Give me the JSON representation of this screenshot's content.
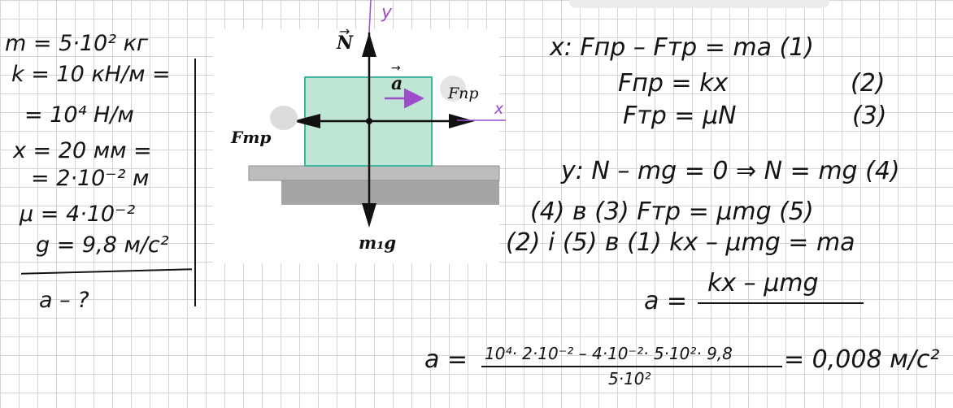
{
  "given": {
    "mass": "m = 5·10² кг",
    "k_line1": "k = 10 кН/м =",
    "k_line2": "= 10⁴ Н/м",
    "x_line1": "x = 20 мм =",
    "x_line2": "= 2·10⁻² м",
    "mu": "μ = 4·10⁻²",
    "g": "g = 9,8 м/с²",
    "find": "a – ?"
  },
  "diagram": {
    "label_N": "N",
    "label_a": "a",
    "label_Fnp": "Fпр",
    "label_Ftr": "Fтр",
    "label_mg": "m₁g",
    "label_y": "y",
    "label_x": "x",
    "colors": {
      "block_fill": "#bfe5d5",
      "block_stroke": "#3fb59e",
      "table_top": "#bdbdbd",
      "table_base": "#a5a5a5",
      "accel_arrow": "#9b4dcc",
      "force_arrow": "#111111"
    }
  },
  "solution": {
    "eq1": "x:  Fпр – Fтр = ma (1)",
    "eq2": "Fпр = kx",
    "eq2_num": "(2)",
    "eq3": "Fтр = μN",
    "eq3_num": "(3)",
    "eq4": "y:  N – mg = 0 ⇒ N = mg (4)",
    "eq5": "(4) в (3)  Fтр = μmg (5)",
    "eq6": "(2) і (5) в (1)  kx – μmg = ma",
    "formula_lhs": "a =",
    "formula_num": "kx – μmg",
    "result_lhs": "a =",
    "result_num": "10⁴· 2·10⁻² – 4·10⁻²· 5·10²· 9,8",
    "result_den": "5·10²",
    "result_value": "= 0,008 м/с²"
  }
}
